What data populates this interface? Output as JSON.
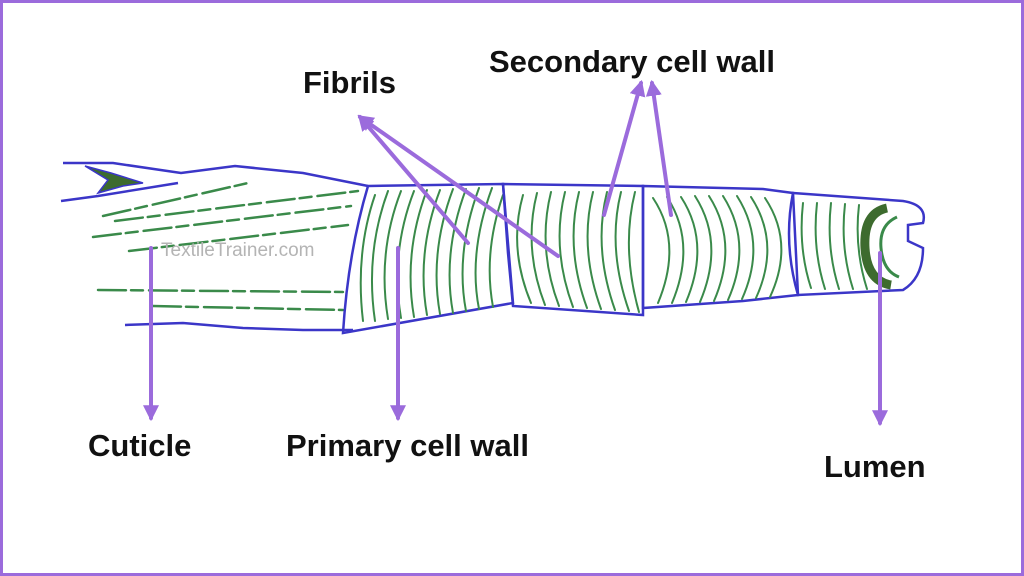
{
  "diagram": {
    "labels": {
      "fibrils": "Fibrils",
      "secondary_cell_wall": "Secondary cell wall",
      "cuticle": "Cuticle",
      "primary_cell_wall": "Primary cell wall",
      "lumen": "Lumen"
    },
    "watermark": "TextileTrainer.com"
  },
  "colors": {
    "border": "#9b6bdc",
    "arrow": "#9b6bdc",
    "outline": "#3b36c8",
    "fibril_stroke": "#3a8a4a",
    "fibril_dark": "#3d6b2e"
  }
}
